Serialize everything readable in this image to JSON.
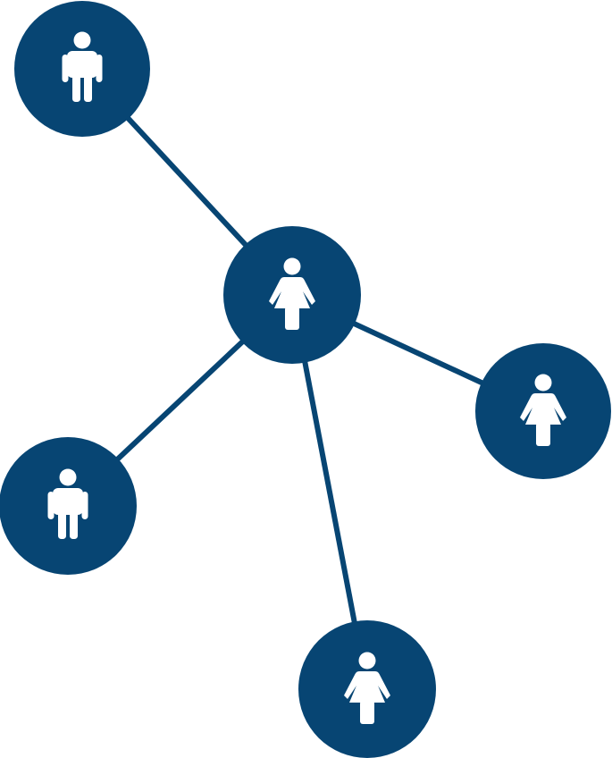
{
  "colors": {
    "node_fill": "#074573",
    "edge_stroke": "#074573",
    "icon_fill": "#ffffff",
    "background": "#ffffff"
  },
  "nodes": [
    {
      "id": "top-left",
      "icon": "male-person-icon"
    },
    {
      "id": "center",
      "icon": "female-person-icon"
    },
    {
      "id": "right",
      "icon": "female-person-icon"
    },
    {
      "id": "bottom-left",
      "icon": "male-person-icon"
    },
    {
      "id": "bottom",
      "icon": "female-person-icon"
    }
  ],
  "edges": [
    {
      "from": "center",
      "to": "top-left"
    },
    {
      "from": "center",
      "to": "right"
    },
    {
      "from": "center",
      "to": "bottom-left"
    },
    {
      "from": "center",
      "to": "bottom"
    }
  ]
}
